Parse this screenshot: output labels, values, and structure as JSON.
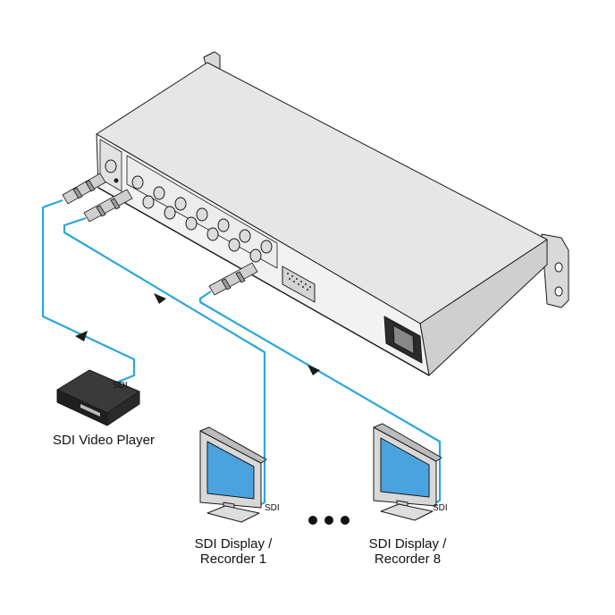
{
  "labels": {
    "player": "SDI Video Player",
    "display1_line1": "SDI Display /",
    "display1_line2": "Recorder 1",
    "display8_line1": "SDI Display /",
    "display8_line2": "Recorder 8",
    "cable_player": "SDI",
    "cable_display1": "SDI",
    "cable_display8": "SDI"
  },
  "colors": {
    "cable": "#2aa6dd",
    "chassis_top": "#e6e6e6",
    "chassis_front": "#f2f2f2",
    "chassis_side": "#cfcfcf",
    "outline": "#1a1a1a"
  },
  "icons": {
    "arrows": "arrow-icon",
    "ellipsis": "ellipsis-icon"
  }
}
